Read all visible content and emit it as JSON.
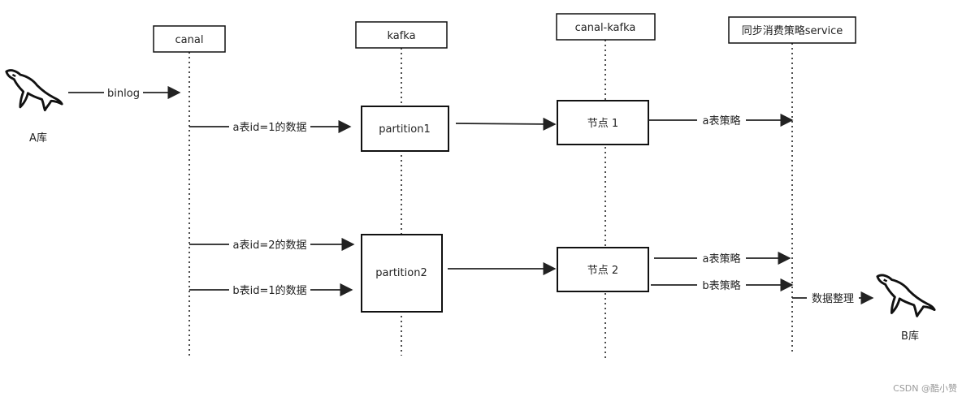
{
  "participants": {
    "canal": "canal",
    "kafka": "kafka",
    "canal_kafka": "canal-kafka",
    "service": "同步消费策略service"
  },
  "databases": {
    "source": "A库",
    "target": "B库"
  },
  "boxes": {
    "partition1": "partition1",
    "partition2": "partition2",
    "node1": "节点 1",
    "node2": "节点 2"
  },
  "messages": {
    "binlog": "binlog",
    "a_id1": "a表id=1的数据",
    "a_id2": "a表id=2的数据",
    "b_id1": "b表id=1的数据",
    "policy_a1": "a表策略",
    "policy_a2": "a表策略",
    "policy_b": "b表策略",
    "organize": "数据整理"
  },
  "watermark": "CSDN @酷小赞"
}
